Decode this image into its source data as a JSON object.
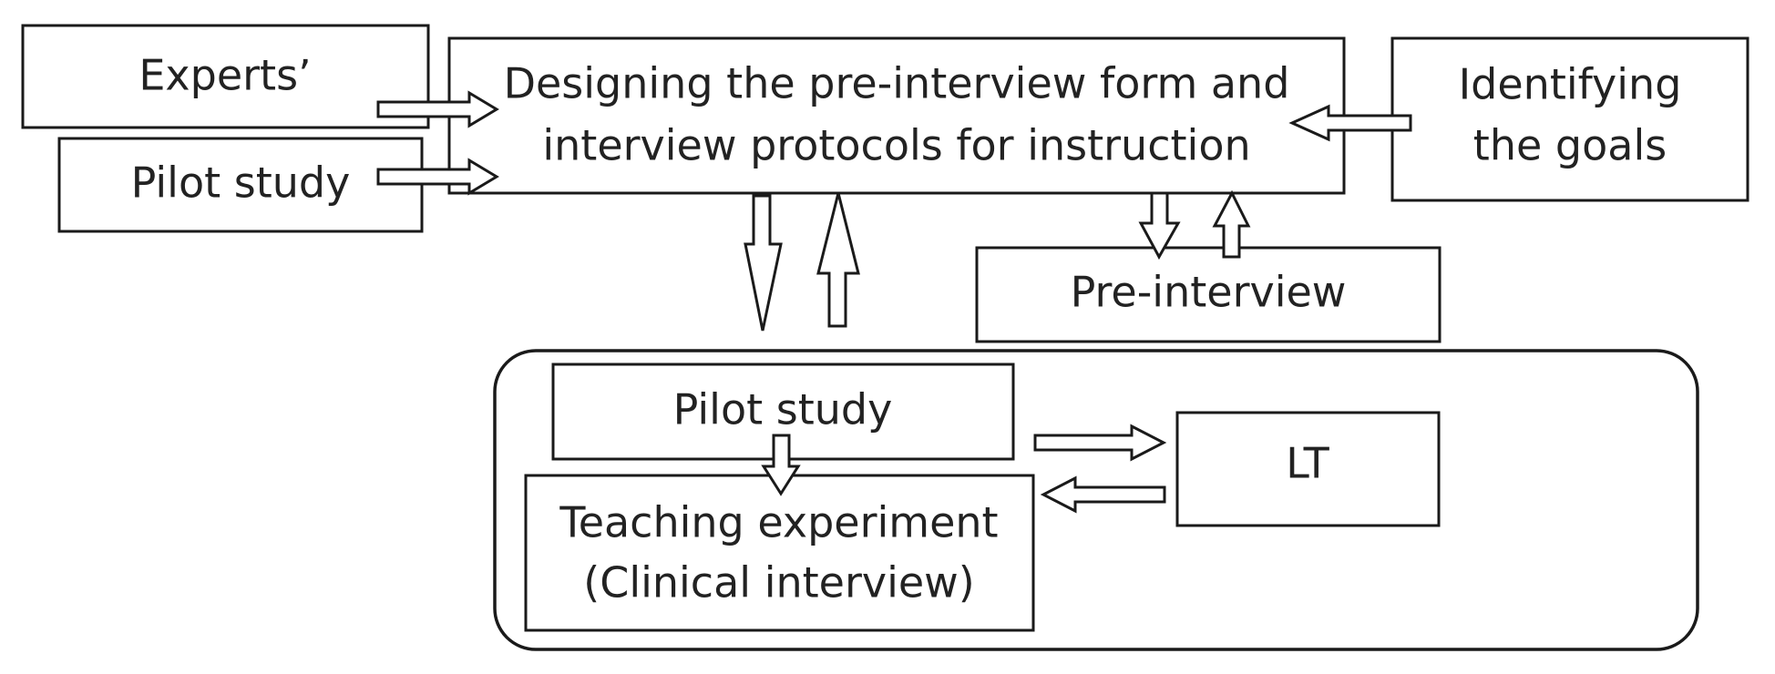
{
  "nodes": {
    "experts": {
      "text": "Experts’"
    },
    "pilot_left": {
      "text": "Pilot study"
    },
    "designing": {
      "line1": "Designing the pre-interview form and",
      "line2": "interview protocols for instruction"
    },
    "identifying": {
      "line1": "Identifying",
      "line2": "the goals"
    },
    "pre_interview": {
      "text": "Pre-interview"
    },
    "pilot_inner": {
      "text": "Pilot study"
    },
    "lt": {
      "text": "LT"
    },
    "teaching": {
      "line1": "Teaching experiment",
      "line2": "(Clinical interview)"
    }
  },
  "edges": [
    {
      "from": "experts",
      "to": "designing"
    },
    {
      "from": "pilot_left",
      "to": "designing"
    },
    {
      "from": "identifying",
      "to": "designing"
    },
    {
      "from": "designing",
      "to": "pre_interview"
    },
    {
      "from": "pre_interview",
      "to": "designing"
    },
    {
      "from": "designing",
      "to": "experiment_group"
    },
    {
      "from": "experiment_group",
      "to": "designing"
    },
    {
      "from": "pilot_inner",
      "to": "teaching"
    },
    {
      "from": "pilot_inner",
      "to": "lt"
    },
    {
      "from": "lt",
      "to": "teaching"
    }
  ]
}
